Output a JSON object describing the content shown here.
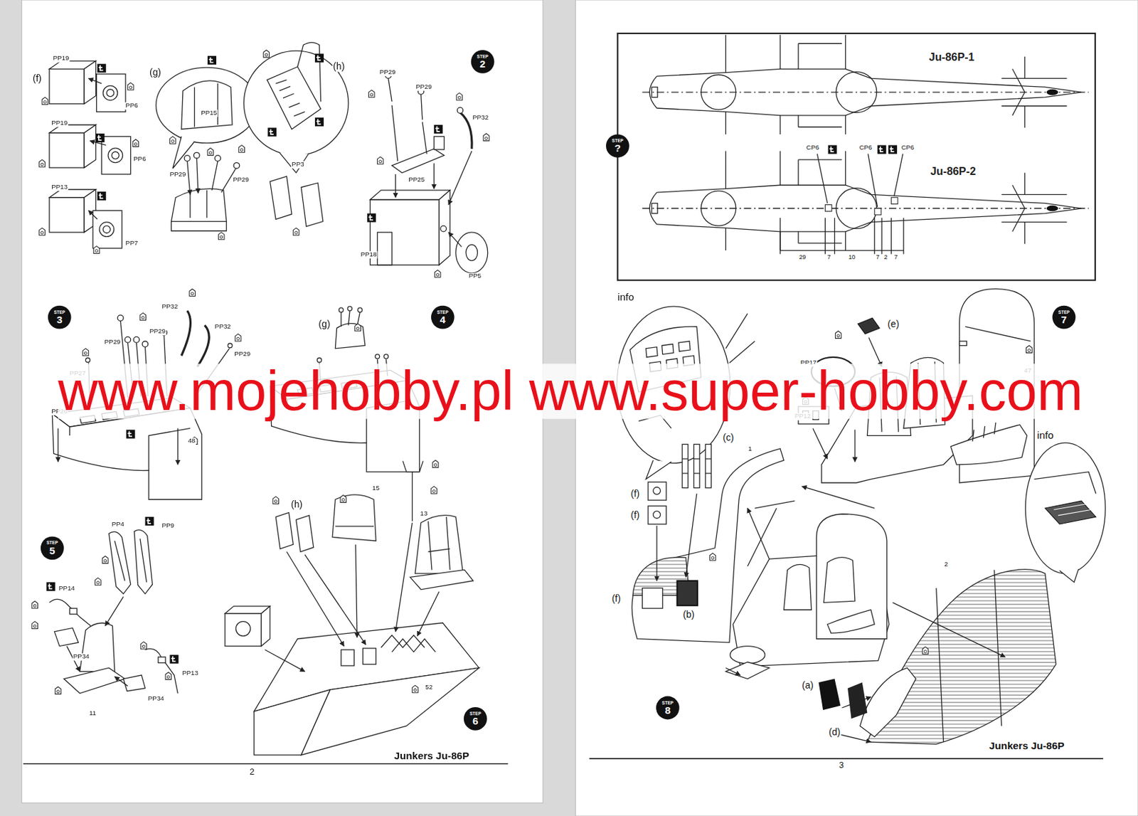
{
  "diagram": {
    "nodes": [
      {
        "text": [
          "STEP",
          "2"
        ]
      },
      {
        "text": [
          "STEP",
          "3"
        ]
      },
      {
        "text": [
          "STEP",
          "4"
        ]
      },
      {
        "text": [
          "STEP",
          "5"
        ]
      },
      {
        "text": [
          "STEP",
          "6"
        ]
      },
      {
        "text": [
          "Ju-86P-1",
          "Ju-86P-2"
        ]
      },
      {
        "text": [
          "STEP",
          "?"
        ]
      },
      {
        "text": [
          "STEP",
          "7"
        ]
      },
      {
        "text": [
          "STEP",
          "8"
        ]
      }
    ],
    "labels": [
      "PP19",
      "(f)",
      "PP6",
      "PP19",
      "PP6",
      "PP13",
      "PP7",
      "(g)",
      "PP15",
      "PP29",
      "PP29",
      "(h)",
      "PP3",
      "PP29",
      "PP29",
      "PP32",
      "PP25",
      "PP18",
      "PP5",
      "PP32",
      "PP32",
      "PP29",
      "PP29",
      "PP29",
      "PP27",
      "PP26",
      "48",
      "(g)",
      "15",
      "13",
      "(h)",
      "PP4",
      "PP9",
      "PP14",
      "PP34",
      "11",
      "PP13",
      "PP34",
      "52",
      "Junkers Ju-86P",
      "2",
      "CP6",
      "CP6",
      "CP6",
      "29",
      "7",
      "10",
      "7",
      "2",
      "7",
      "info",
      "(e)",
      "PP17",
      "PP12",
      "(c)",
      "1",
      "47",
      "info",
      "(f)",
      "(f)",
      "(f)",
      "(b)",
      "2",
      "(a)",
      "(d)",
      "Junkers Ju-86P",
      "3",
      "www.mojehobby.pl www.super-hobby.com"
    ]
  }
}
